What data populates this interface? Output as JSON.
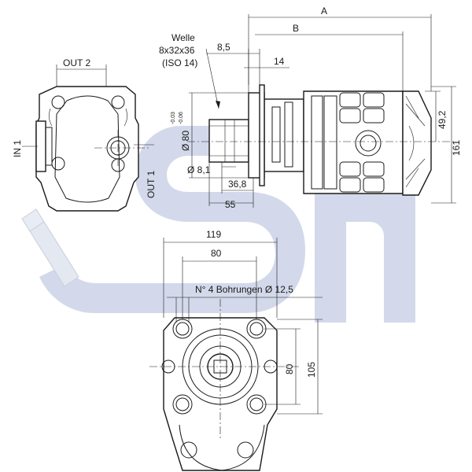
{
  "watermark": {
    "text": "SH",
    "color": "#d3d9ea"
  },
  "side_view": {
    "port_out2": "OUT 2",
    "port_in1": "IN 1",
    "port_out1": "OUT 1"
  },
  "front_view": {
    "shaft_line1": "Welle",
    "shaft_line2": "8x32x36",
    "shaft_line3": "(ISO 14)",
    "dim_A": "A",
    "dim_B": "B",
    "dim_8_5": "8,5",
    "dim_14": "14",
    "dim_phi80": "Ø 80",
    "tol_upper": "-0.03",
    "tol_lower": "-0.06",
    "dim_phi8_1": "Ø 8,1",
    "dim_36_8": "36,8",
    "dim_55": "55",
    "dim_49_2": "49,2",
    "dim_161": "161"
  },
  "flange_view": {
    "dim_119": "119",
    "dim_80_top": "80",
    "holes_label": "N° 4 Bohrungen  Ø 12,5",
    "dim_80_side": "80",
    "dim_105": "105"
  }
}
